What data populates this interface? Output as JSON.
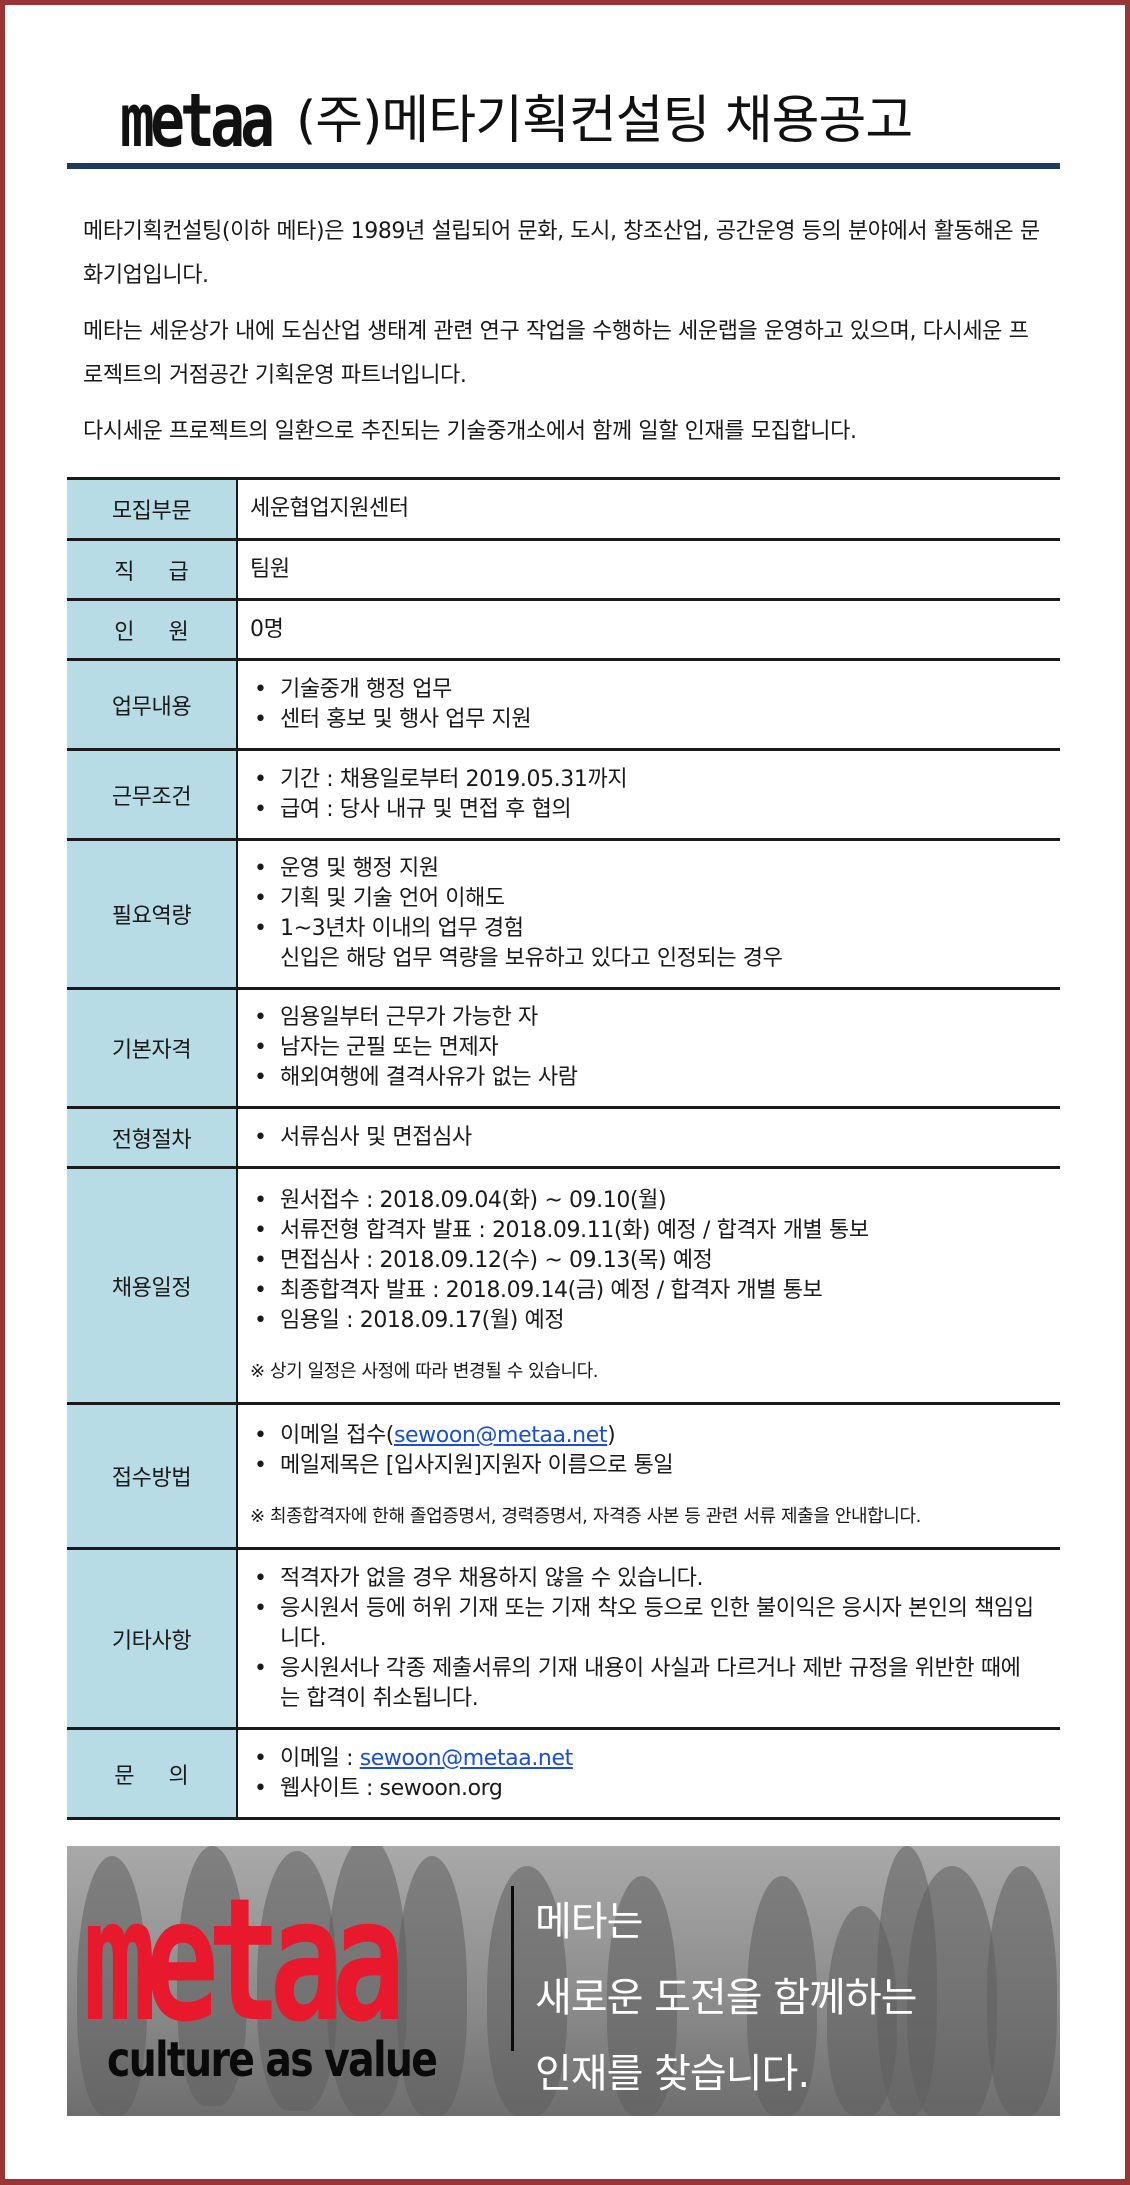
{
  "header": {
    "logo_text": "metaa",
    "title": "(주)메타기획컨설팅 채용공고"
  },
  "intro": {
    "paragraphs": [
      "메타기획컨설팅(이하 메타)은 1989년 설립되어 문화, 도시, 창조산업, 공간운영 등의 분야에서 활동해온 문화기업입니다.",
      "메타는 세운상가 내에 도심산업 생태계 관련 연구 작업을 수행하는 세운랩을 운영하고 있으며, 다시세운 프로젝트의 거점공간 기획운영 파트너입니다.",
      "다시세운 프로젝트의 일환으로 추진되는 기술중개소에서 함께 일할 인재를 모집합니다."
    ]
  },
  "table": {
    "rows": [
      {
        "label": "모집부문",
        "value": "세운협업지원센터"
      },
      {
        "label": "직급",
        "value": "팀원"
      },
      {
        "label": "인원",
        "value": "0명"
      },
      {
        "label": "업무내용",
        "items": [
          "기술중개 행정 업무",
          "센터 홍보 및 행사 업무 지원"
        ]
      },
      {
        "label": "근무조건",
        "items": [
          "기간 : 채용일로부터 2019.05.31까지",
          "급여 : 당사 내규 및 면접 후 협의"
        ]
      },
      {
        "label": "필요역량",
        "items": [
          "운영 및 행정 지원",
          "기획 및 기술 언어 이해도",
          "1~3년차 이내의 업무 경험"
        ],
        "continuation": "신입은 해당 업무 역량을 보유하고 있다고 인정되는 경우"
      },
      {
        "label": "기본자격",
        "items": [
          "임용일부터 근무가 가능한 자",
          "남자는 군필 또는 면제자",
          "해외여행에 결격사유가 없는 사람"
        ]
      },
      {
        "label": "전형절차",
        "items": [
          "서류심사 및 면접심사"
        ]
      },
      {
        "label": "채용일정",
        "items": [
          "원서접수 : 2018.09.04(화) ~ 09.10(월)",
          "서류전형 합격자 발표 : 2018.09.11(화) 예정 / 합격자 개별 통보",
          "면접심사 : 2018.09.12(수) ~ 09.13(목) 예정",
          "최종합격자 발표 : 2018.09.14(금) 예정 / 합격자 개별 통보",
          "임용일 : 2018.09.17(월) 예정"
        ],
        "note": "※ 상기 일정은 사정에 따라 변경될 수 있습니다."
      },
      {
        "label": "접수방법",
        "item1_prefix": "이메일 접수(",
        "item1_link": "sewoon@metaa.net",
        "item1_suffix": ")",
        "item2": "메일제목은 [입사지원]지원자 이름으로 통일",
        "note": "※ 최종합격자에 한해 졸업증명서, 경력증명서, 자격증 사본 등 관련 서류 제출을 안내합니다."
      },
      {
        "label": "기타사항",
        "item1": "적격자가 없을 경우 채용하지 않을 수 있습니다.",
        "item2": "응시원서 등에 허위 기재 또는 기재 착오  등으로 인한 불이익은 응시자 본인의 책임입니다.",
        "item3": "응시원서나 각종 제출서류의 기재 내용이 사실과 다르거나 제반 규정을 위반한 때에는 합격이 취소됩니다."
      },
      {
        "label": "문의",
        "email_prefix": "이메일 : ",
        "email_link": "sewoon@metaa.net",
        "website": "웹사이트 : sewoon.org"
      }
    ]
  },
  "banner": {
    "logo_text": "metaa",
    "tagline": "culture as value",
    "lines": [
      "메타는",
      "새로운 도전을 함께하는",
      "인재를 찾습니다."
    ]
  },
  "colors": {
    "frame": "#9a3535",
    "title_rule": "#1f3a5f",
    "label_bg": "#b7dce6",
    "link": "#1a4ed8",
    "brand_red": "#e8192c"
  }
}
